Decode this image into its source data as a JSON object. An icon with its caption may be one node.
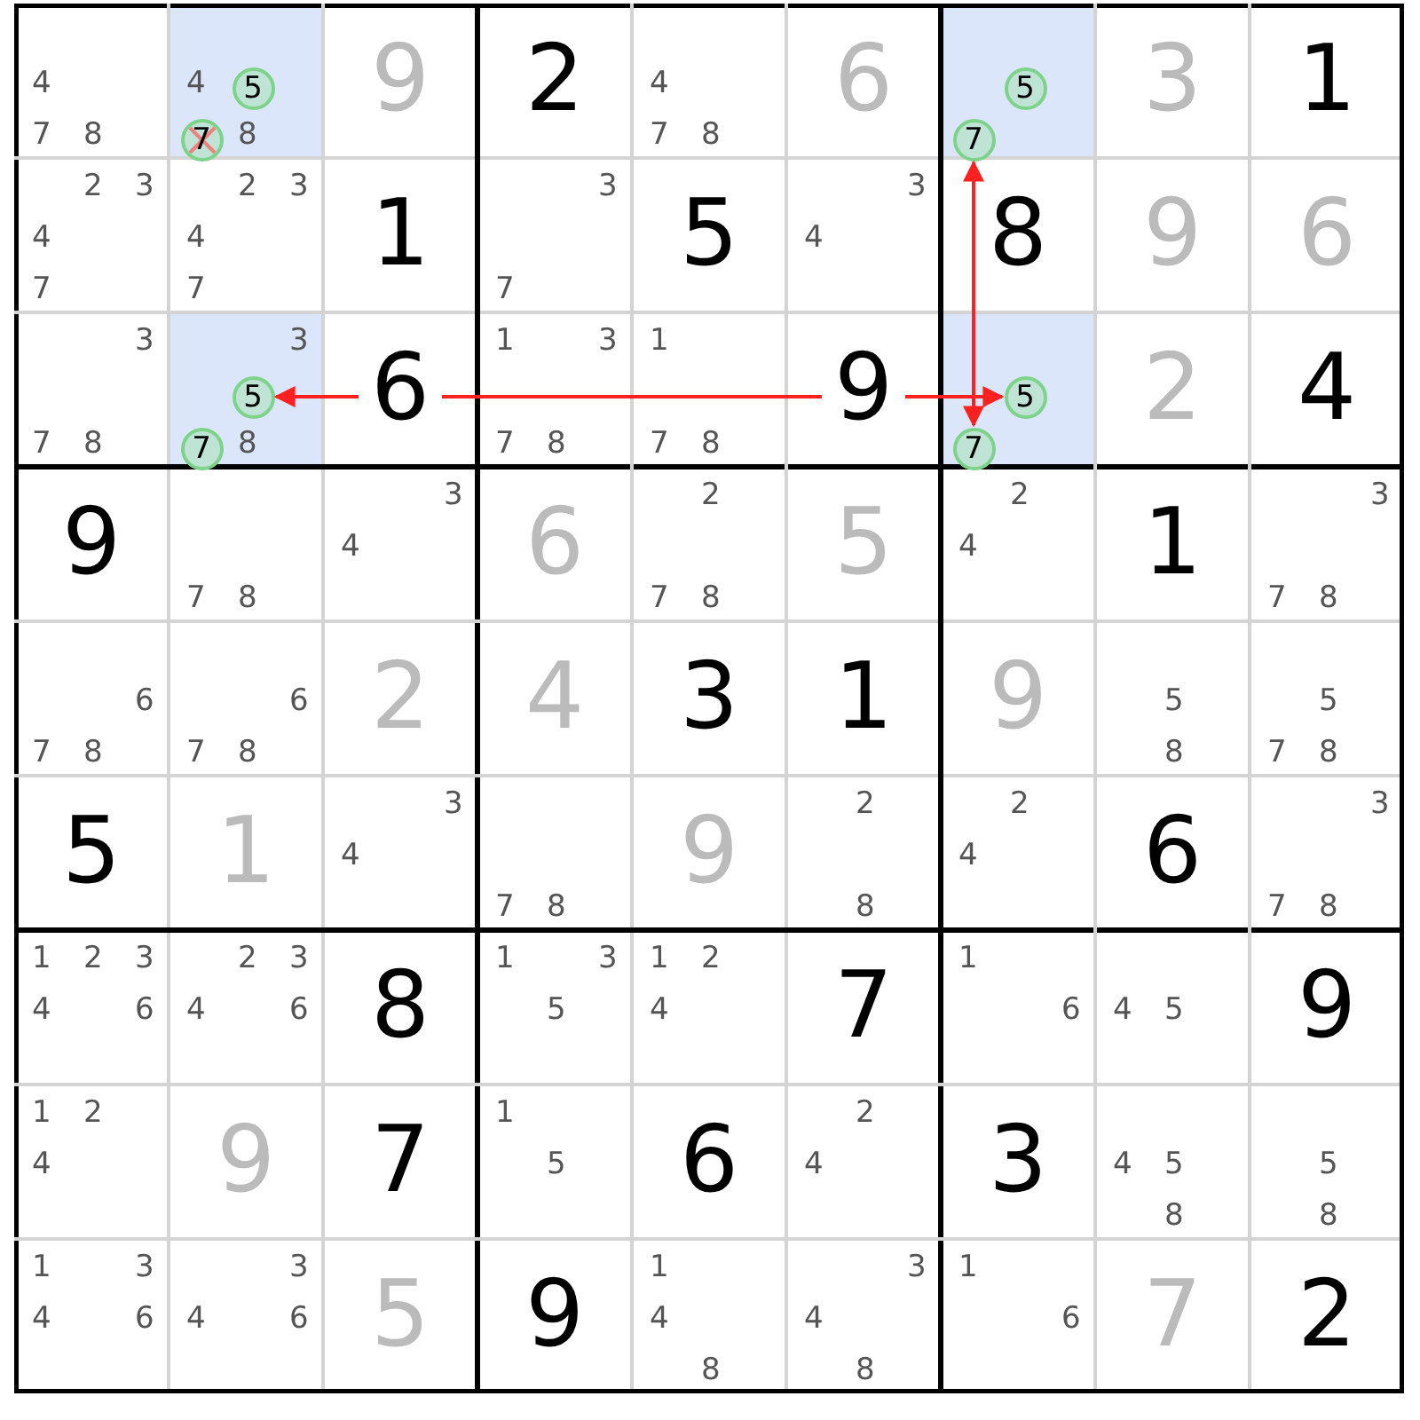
{
  "diagram": {
    "nodes": [
      {
        "text": [
          "5"
        ]
      },
      {
        "text": [
          "7"
        ]
      },
      {
        "text": [
          "5"
        ]
      },
      {
        "text": [
          "7"
        ]
      },
      {
        "text": [
          "5"
        ]
      },
      {
        "text": [
          "7"
        ]
      },
      {
        "text": [
          "5"
        ]
      },
      {
        "text": [
          "7"
        ]
      }
    ],
    "edges": [
      {
        "from": 4,
        "to": 6,
        "arrow": "both",
        "color": "#ff2020"
      },
      {
        "from": 7,
        "to": 3,
        "arrow": "both",
        "color": "#ff2020"
      }
    ],
    "labels": [
      "4",
      "7",
      "8",
      "4",
      "8",
      "9",
      "2",
      "4",
      "7",
      "8",
      "6",
      "3",
      "1",
      "2",
      "3",
      "4",
      "7",
      "2",
      "3",
      "4",
      "7",
      "1",
      "3",
      "7",
      "5",
      "3",
      "4",
      "8",
      "9",
      "6",
      "3",
      "7",
      "8",
      "3",
      "8",
      "6",
      "1",
      "3",
      "7",
      "8",
      "1",
      "7",
      "8",
      "9",
      "2",
      "4",
      "9",
      "7",
      "8",
      "3",
      "4",
      "6",
      "2",
      "7",
      "8",
      "5",
      "2",
      "4",
      "1",
      "3",
      "7",
      "8",
      "6",
      "7",
      "8",
      "6",
      "7",
      "8",
      "2",
      "4",
      "3",
      "1",
      "9",
      "5",
      "8",
      "5",
      "7",
      "8",
      "5",
      "1",
      "3",
      "4",
      "7",
      "8",
      "9",
      "2",
      "8",
      "2",
      "4",
      "6",
      "3",
      "7",
      "8",
      "1",
      "2",
      "3",
      "4",
      "6",
      "2",
      "3",
      "4",
      "6",
      "8",
      "1",
      "3",
      "5",
      "1",
      "2",
      "4",
      "7",
      "1",
      "6",
      "4",
      "5",
      "9",
      "1",
      "2",
      "4",
      "9",
      "7",
      "1",
      "5",
      "6",
      "2",
      "4",
      "3",
      "4",
      "5",
      "8",
      "5",
      "8",
      "1",
      "3",
      "4",
      "6",
      "3",
      "4",
      "6",
      "5",
      "9",
      "1",
      "4",
      "8",
      "3",
      "4",
      "8",
      "1",
      "6",
      "7",
      "2"
    ]
  }
}
